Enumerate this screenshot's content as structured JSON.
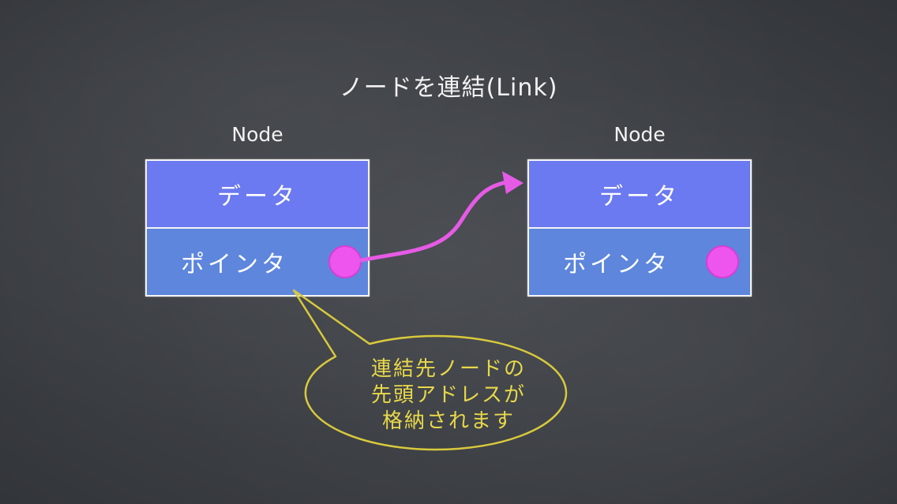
{
  "diagram": {
    "title": "ノードを連結(Link)",
    "nodes": [
      {
        "label": "Node",
        "data_label": "データ",
        "pointer_label": "ポインタ"
      },
      {
        "label": "Node",
        "data_label": "データ",
        "pointer_label": "ポインタ"
      }
    ],
    "callout": {
      "lines": [
        "連結先ノードの",
        "先頭アドレスが",
        "格納されます"
      ]
    },
    "colors": {
      "background": "#3a3d42",
      "data_cell": "#6b7af0",
      "pointer_cell": "#5d86dc",
      "pointer_dot": "#ee55ee",
      "link_arrow": "#e55be5",
      "callout": "#d8c93c"
    }
  }
}
